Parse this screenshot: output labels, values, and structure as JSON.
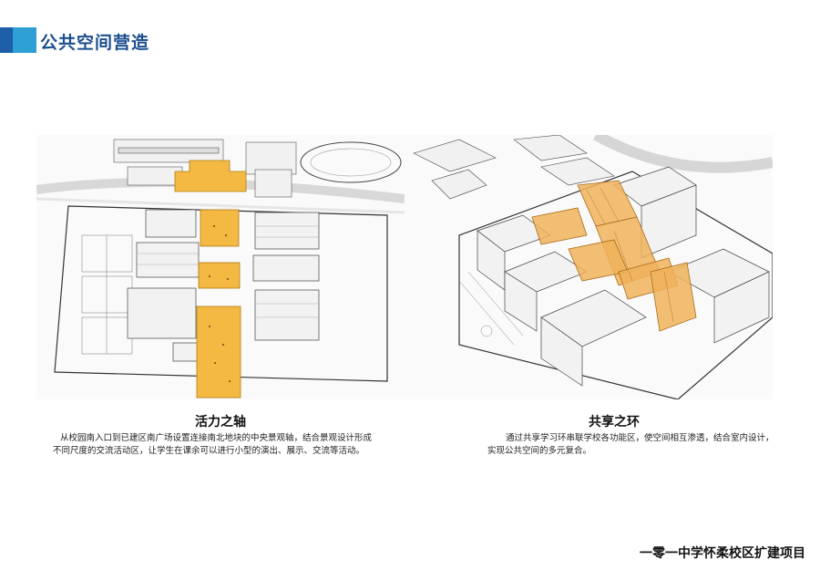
{
  "header": {
    "title": "公共空间营造"
  },
  "left": {
    "title": "活力之轴",
    "desc_line1": "从校园南入口到已建区南广场设置连接南北地块的中央景观轴，结合景观设计形成",
    "desc_line2": "不同尺度的交流活动区，让学生在课余可以进行小型的演出、展示、交流等活动。"
  },
  "right": {
    "title": "共享之环",
    "desc_line1": "通过共享学习环串联学校各功能区，使空间相互渗透，结合室内设计，",
    "desc_line2": "实现公共空间的多元复合。"
  },
  "footer": {
    "project": "一零一中学怀柔校区扩建项目"
  },
  "colors": {
    "accent_dark": "#1d5fa8",
    "accent_light": "#2ea0d6",
    "highlight": "#f4b942"
  }
}
